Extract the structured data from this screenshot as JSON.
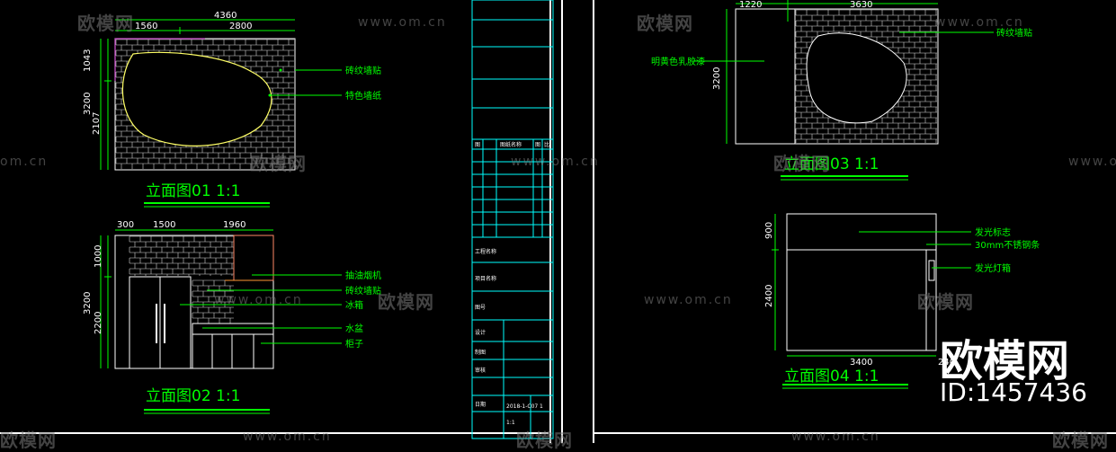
{
  "watermark": {
    "brand": "欧模网",
    "url": "www.om.cn",
    "url_short": "om.cn",
    "logo_large": "欧模网",
    "id_text": "ID:1457436"
  },
  "colors": {
    "background": "#000000",
    "green": "#00ff00",
    "cyan": "#00ffff",
    "white": "#ffffff",
    "yellow": "#ffff00",
    "label_text": "#00ff00"
  },
  "elevation01": {
    "title": "立面图01 1:1",
    "dims_top": [
      "4360",
      "1560",
      "2800"
    ],
    "dims_left": [
      "1043",
      "3200",
      "2107"
    ],
    "callouts": [
      "砖纹墙贴",
      "特色墙纸"
    ]
  },
  "elevation02": {
    "title": "立面图02 1:1",
    "dims_top": [
      "300",
      "1500",
      "1960"
    ],
    "dims_left": [
      "1000",
      "3200",
      "2200"
    ],
    "callouts": [
      "抽油烟机",
      "砖纹墙贴",
      "冰箱",
      "水盆",
      "柜子"
    ]
  },
  "elevation03": {
    "title": "立面图03 1:1",
    "dims_top": [
      "1220",
      "3630"
    ],
    "dims_left": [
      "3200"
    ],
    "callouts": [
      "砖纹墙贴",
      "明黄色乳胶漆"
    ]
  },
  "elevation04": {
    "title": "立面图04 1:1",
    "dims_bottom": [
      "3400",
      "240"
    ],
    "dims_left": [
      "900",
      "2400"
    ],
    "callouts": [
      "发光标志",
      "30mm不锈钢条",
      "发光灯箱"
    ]
  },
  "titleblock": {
    "header_cols": [
      "图",
      "图纸名称",
      "图",
      "比"
    ],
    "labels": [
      "工程名称",
      "项目名称",
      "图号",
      "设计",
      "制图",
      "审核",
      "日期"
    ],
    "drawing_no": "2018-1-C07",
    "sheet": "1",
    "scale": "1:1"
  }
}
